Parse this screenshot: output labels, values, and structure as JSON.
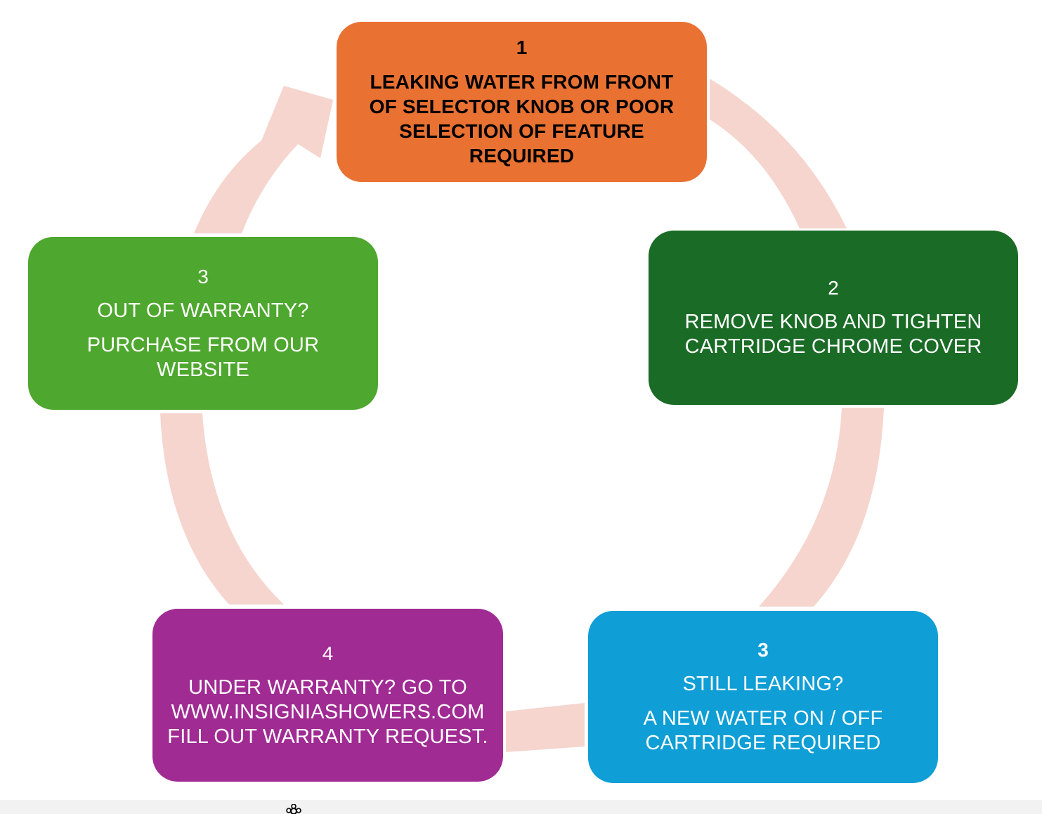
{
  "colors": {
    "arrow": "#f6d5cf",
    "step1": "#e97132",
    "step2": "#1a6b26",
    "step3_leak": "#0f9ed5",
    "step4": "#a02b93",
    "step3_warranty": "#4ea72e",
    "footer": "#f2f2f2"
  },
  "steps": [
    {
      "number": "1",
      "lines": [
        "LEAKING WATER FROM FRONT",
        "OF  SELECTOR KNOB OR POOR",
        "SELECTION OF FEATURE",
        "REQUIRED"
      ]
    },
    {
      "number": "2",
      "lines": [
        "REMOVE KNOB AND TIGHTEN",
        "CARTRIDGE CHROME COVER"
      ]
    },
    {
      "number": "3",
      "lines": [
        "STILL LEAKING?",
        "A NEW WATER ON / OFF",
        "CARTRIDGE REQUIRED"
      ]
    },
    {
      "number": "4",
      "lines": [
        "UNDER WARRANTY? GO TO",
        "WWW.INSIGNIASHOWERS.COM",
        "FILL OUT WARRANTY REQUEST."
      ]
    },
    {
      "number": "3",
      "lines": [
        "OUT OF WARRANTY?",
        "PURCHASE FROM OUR WEBSITE"
      ]
    }
  ],
  "footer": {
    "icon": "flower-icon"
  }
}
